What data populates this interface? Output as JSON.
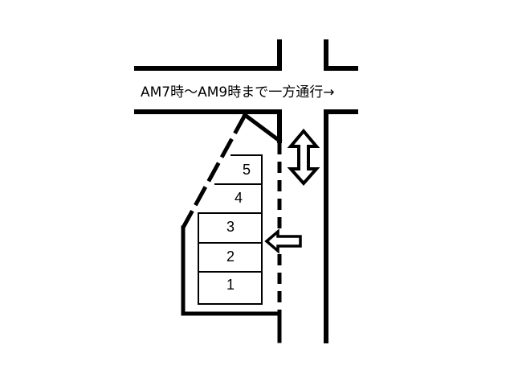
{
  "notice": "AM7時〜AM9時まで一方通行→",
  "spaces": [
    "1",
    "2",
    "3",
    "4",
    "5"
  ],
  "colors": {
    "line": "#000000",
    "background": "#ffffff"
  }
}
